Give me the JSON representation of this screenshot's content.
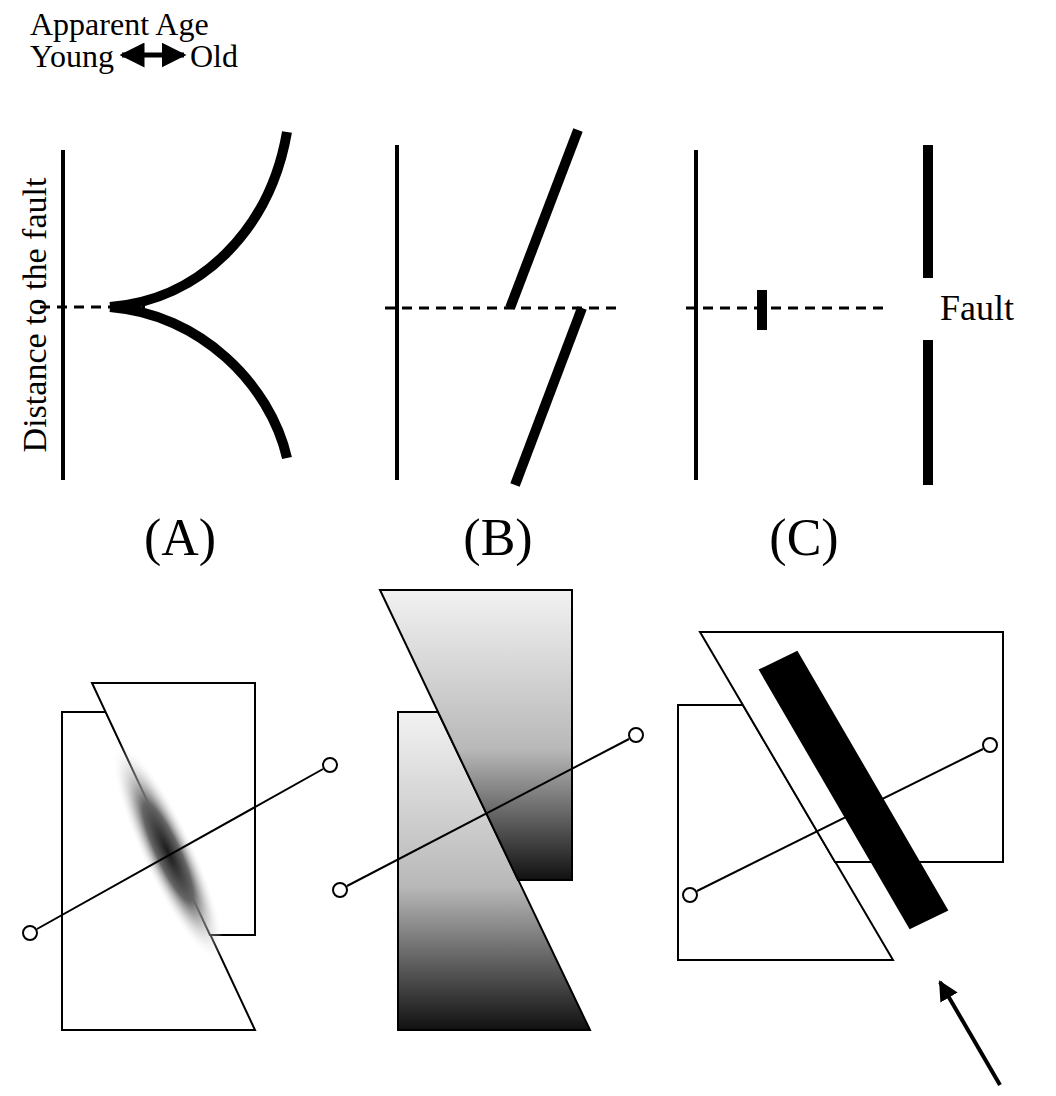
{
  "diagram": {
    "labels": [
      "Apparent Age",
      "Young",
      "Old",
      "Distance to the fault",
      "Fault",
      "(A)",
      "(B)",
      "(C)"
    ]
  }
}
